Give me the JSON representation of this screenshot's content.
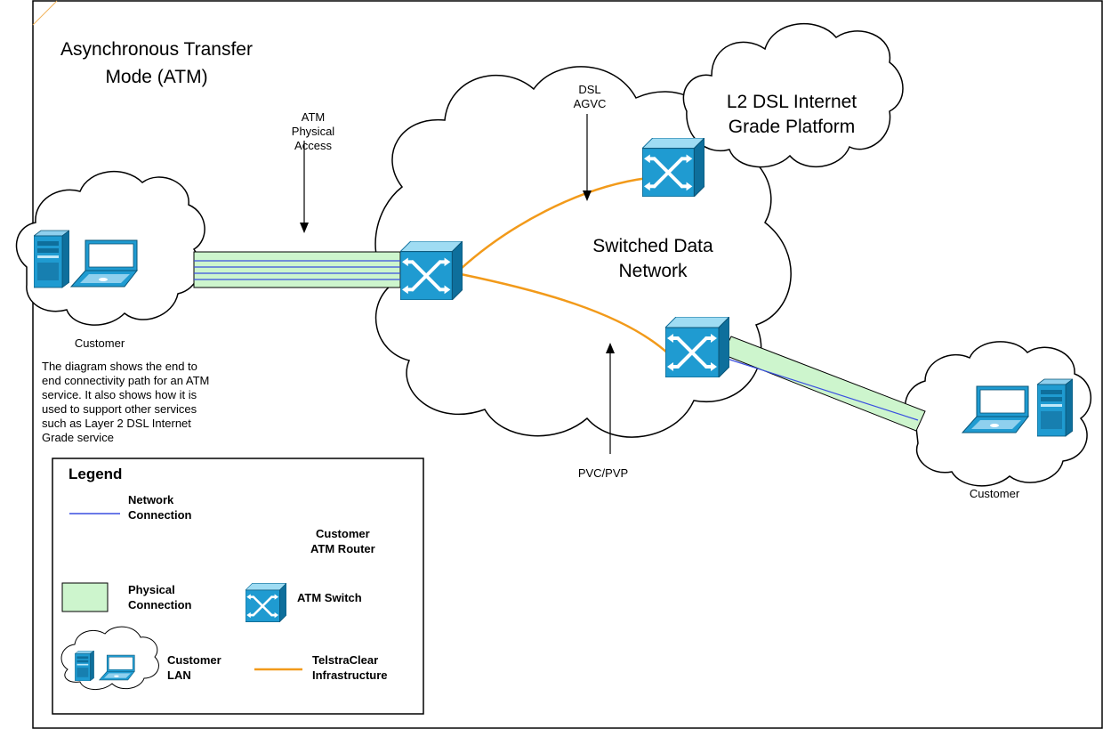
{
  "title": {
    "line1": "Asynchronous Transfer",
    "line2": "Mode (ATM)"
  },
  "labels": {
    "atm_access": [
      "ATM",
      "Physical",
      "Access"
    ],
    "dsl_agvc": [
      "DSL",
      "AGVC"
    ],
    "l2_platform": [
      "L2 DSL Internet",
      "Grade Platform"
    ],
    "switched_network": [
      "Switched Data",
      "Network"
    ],
    "pvc_pvp": "PVC/PVP",
    "customer_left": "Customer",
    "customer_right": "Customer"
  },
  "description": [
    "The diagram shows the end to",
    "end connectivity path for an ATM",
    "service. It also shows how it is",
    "used to support other services",
    "such as Layer 2 DSL Internet",
    "Grade service"
  ],
  "legend": {
    "heading": "Legend",
    "network_connection": [
      "Network",
      "Connection"
    ],
    "customer_atm_router": [
      "Customer",
      "ATM Router"
    ],
    "physical_connection": [
      "Physical",
      "Connection"
    ],
    "atm_switch": "ATM Switch",
    "customer_lan": [
      "Customer",
      "LAN"
    ],
    "telstraclear": [
      "TelstraClear",
      "Infrastructure"
    ]
  },
  "colors": {
    "network_line": "#3a4fe0",
    "physical_fill": "#cdf5cd",
    "orange_line": "#f29a1a",
    "switch_blue": "#1f9bd1",
    "switch_dark": "#0e6f9c"
  },
  "icons": {
    "switch": "atm-switch-icon",
    "server": "server-tower-icon",
    "laptop": "laptop-icon"
  }
}
